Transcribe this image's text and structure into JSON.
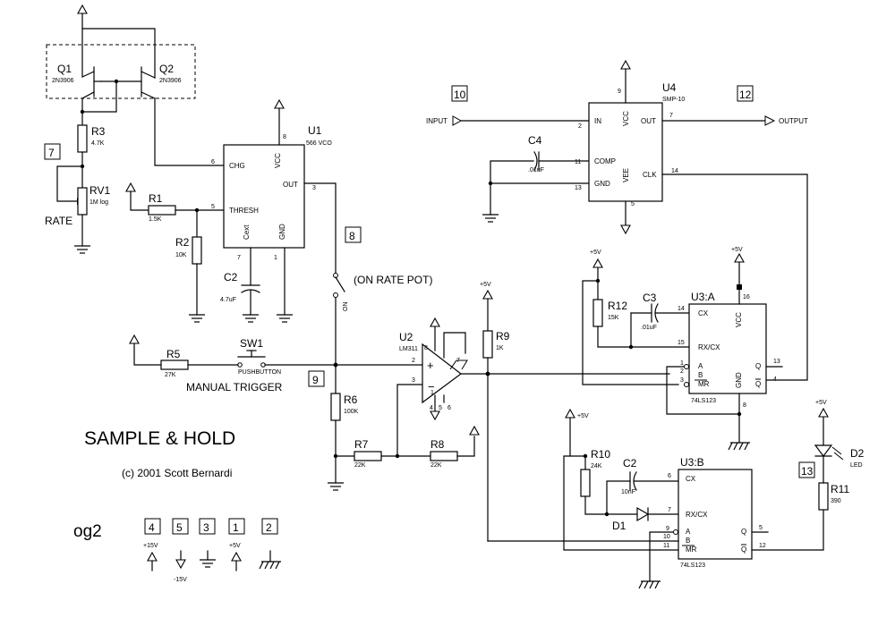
{
  "title": "SAMPLE & HOLD",
  "copyright": "(c) 2001 Scott Bernardi",
  "sheet": "og2",
  "nodes": {
    "n7": "7",
    "n8": "8",
    "n9": "9",
    "n10": "10",
    "n12": "12",
    "n13": "13",
    "n4": "4",
    "n5": "5",
    "n3": "3",
    "n1": "1",
    "n2": "2"
  },
  "legend": {
    "p15": "+15V",
    "m15": "-15V",
    "p5": "+5V"
  },
  "q1": {
    "name": "Q1",
    "part": "2N3906"
  },
  "q2": {
    "name": "Q2",
    "part": "2N3906"
  },
  "r3": {
    "name": "R3",
    "value": "4.7K"
  },
  "rv1": {
    "name": "RV1",
    "value": "1M log",
    "label": "RATE"
  },
  "r1": {
    "name": "R1",
    "value": "1.5K"
  },
  "r2": {
    "name": "R2",
    "value": "10K"
  },
  "c2a": {
    "name": "C2",
    "value": "4.7uF"
  },
  "u1": {
    "name": "U1",
    "part": "566 VCO",
    "pin_chg": "CHG",
    "pin_thresh": "THRESH",
    "pin_out": "OUT",
    "pin_vcc": "VCC",
    "pin_cext": "Cext",
    "pin_gnd": "GND",
    "n6": "6",
    "n5": "5",
    "n3": "3",
    "n8": "8",
    "n7": "7",
    "n1": "1"
  },
  "switch_note": "(ON RATE POT)",
  "sw1": {
    "name": "SW1",
    "part": "PUSHBUTTON",
    "label": "MANUAL TRIGGER"
  },
  "r5": {
    "name": "R5",
    "value": "27K"
  },
  "r6": {
    "name": "R6",
    "value": "100K"
  },
  "r7": {
    "name": "R7",
    "value": "22K"
  },
  "r8": {
    "name": "R8",
    "value": "22K"
  },
  "r9": {
    "name": "R9",
    "value": "1K",
    "supply": "+5V"
  },
  "u2": {
    "name": "U2",
    "part": "LM311",
    "n8": "8",
    "n2": "2",
    "n3": "3",
    "n4": "4",
    "n5": "5",
    "n6": "6",
    "n7": "7",
    "n1": "1"
  },
  "u4": {
    "name": "U4",
    "part": "SMP-10",
    "pin_in": "IN",
    "pin_out": "OUT",
    "pin_comp": "COMP",
    "pin_gnd": "GND",
    "pin_clk": "CLK",
    "pin_vcc": "VCC",
    "pin_vee": "VEE",
    "n9": "9",
    "n2": "2",
    "n7": "7",
    "n11": "11",
    "n13": "13",
    "n14": "14",
    "n5": "5"
  },
  "input_label": "INPUT",
  "output_label": "OUTPUT",
  "c4": {
    "name": "C4",
    "value": ".01uF"
  },
  "r12": {
    "name": "R12",
    "value": "15K",
    "supply": "+5V"
  },
  "c3": {
    "name": "C3",
    "value": ".01uF"
  },
  "u3a": {
    "name": "U3:A",
    "part": "74LS123",
    "supply": "+5V",
    "pin_cx": "CX",
    "pin_rxcx": "RX/CX",
    "pin_a": "A",
    "pin_b": "B",
    "pin_mr": "MR",
    "pin_q": "Q",
    "pin_qb": "Q",
    "pin_vcc": "VCC",
    "pin_gnd": "GND",
    "n14": "14",
    "n15": "15",
    "n1": "1",
    "n2": "2",
    "n3": "3",
    "n13": "13",
    "n4": "4",
    "n16": "16",
    "n8": "8"
  },
  "r10": {
    "name": "R10",
    "value": "24K",
    "supply": "+5V"
  },
  "c2b": {
    "name": "C2",
    "value": "10nF"
  },
  "d1": {
    "name": "D1"
  },
  "u3b": {
    "name": "U3:B",
    "part": "74LS123",
    "pin_cx": "CX",
    "pin_rxcx": "RX/CX",
    "pin_a": "A",
    "pin_b": "B",
    "pin_mr": "MR",
    "pin_q": "Q",
    "pin_qb": "Q",
    "n6": "6",
    "n7": "7",
    "n9": "9",
    "n10": "10",
    "n11": "11",
    "n5": "5",
    "n12": "12"
  },
  "d2": {
    "name": "D2",
    "part": "LED",
    "supply": "+5V"
  },
  "r11": {
    "name": "R11",
    "value": "390"
  }
}
